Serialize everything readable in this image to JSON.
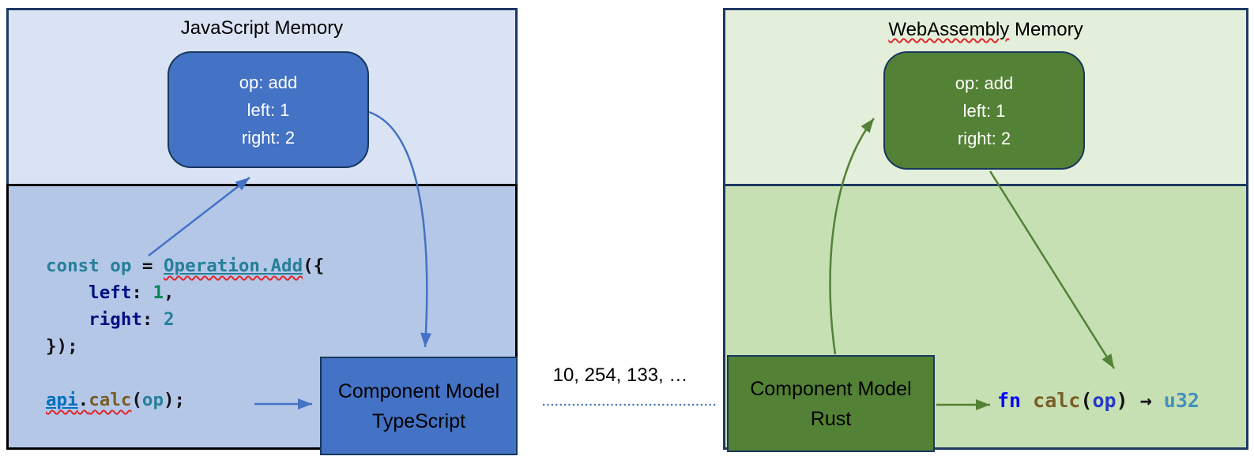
{
  "left_panel": {
    "title_tokens": [
      {
        "t": "JavaScript Memory"
      }
    ],
    "object_lines": [
      "op: add",
      "left: 1",
      "right: 2"
    ],
    "code_lines": [
      [
        {
          "t": "const op ",
          "c": "teal"
        },
        {
          "t": "= ",
          "c": "ink"
        },
        {
          "t": "Operation.Add",
          "c": "teal",
          "u": true,
          "w": true
        },
        {
          "t": "({",
          "c": "ink"
        }
      ],
      [
        {
          "t": "    left",
          "c": "prop"
        },
        {
          "t": ": ",
          "c": "ink"
        },
        {
          "t": "1",
          "c": "num"
        },
        {
          "t": ",",
          "c": "ink"
        }
      ],
      [
        {
          "t": "    right",
          "c": "prop"
        },
        {
          "t": ": ",
          "c": "ink"
        },
        {
          "t": "2",
          "c": "teal"
        }
      ],
      [
        {
          "t": "});",
          "c": "ink"
        }
      ],
      [],
      [
        {
          "t": "api",
          "c": "apiblue",
          "u": true,
          "w": true
        },
        {
          "t": ".",
          "c": "ink",
          "w": true
        },
        {
          "t": "calc",
          "c": "func",
          "w": true
        },
        {
          "t": "(",
          "c": "ink"
        },
        {
          "t": "op",
          "c": "teal"
        },
        {
          "t": ");",
          "c": "ink"
        }
      ]
    ],
    "component_box": [
      "Component Model",
      "TypeScript"
    ]
  },
  "right_panel": {
    "title_tokens": [
      {
        "t": "WebAssembly",
        "w": true
      },
      {
        "t": " Memory"
      }
    ],
    "object_lines": [
      "op: add",
      "left: 1",
      "right: 2"
    ],
    "code_lines": [
      [
        {
          "t": "fn ",
          "c": "kw"
        },
        {
          "t": "calc",
          "c": "func"
        },
        {
          "t": "(",
          "c": "ink"
        },
        {
          "t": "op",
          "c": "param"
        },
        {
          "t": ") ",
          "c": "ink"
        },
        {
          "t": "→ ",
          "c": "ink"
        },
        {
          "t": "u32",
          "c": "type"
        }
      ]
    ],
    "component_box": [
      "Component Model",
      "Rust"
    ]
  },
  "bridge": {
    "label": "10, 254, 133, …"
  },
  "colors": {
    "panel_blue_light": "#DAE3F3",
    "panel_blue": "#B4C7E7",
    "panel_green_light": "#E3EFDA",
    "panel_green": "#C6E0B4",
    "box_blue": "#4472C4",
    "box_green": "#538135",
    "border_navy": "#1F3864",
    "border_black": "#000000",
    "arrow_blue": "#4472C4",
    "arrow_green": "#538135",
    "squiggle_red": "#E0262B",
    "tk_teal": "#267F99",
    "tk_ink": "#121212",
    "tk_prop": "#001080",
    "tk_num": "#098658",
    "tk_apiblue": "#0070C1",
    "tk_func": "#795E26",
    "tk_kw": "#0909FF",
    "tk_param": "#2637C9",
    "tk_type": "#4490BB"
  }
}
